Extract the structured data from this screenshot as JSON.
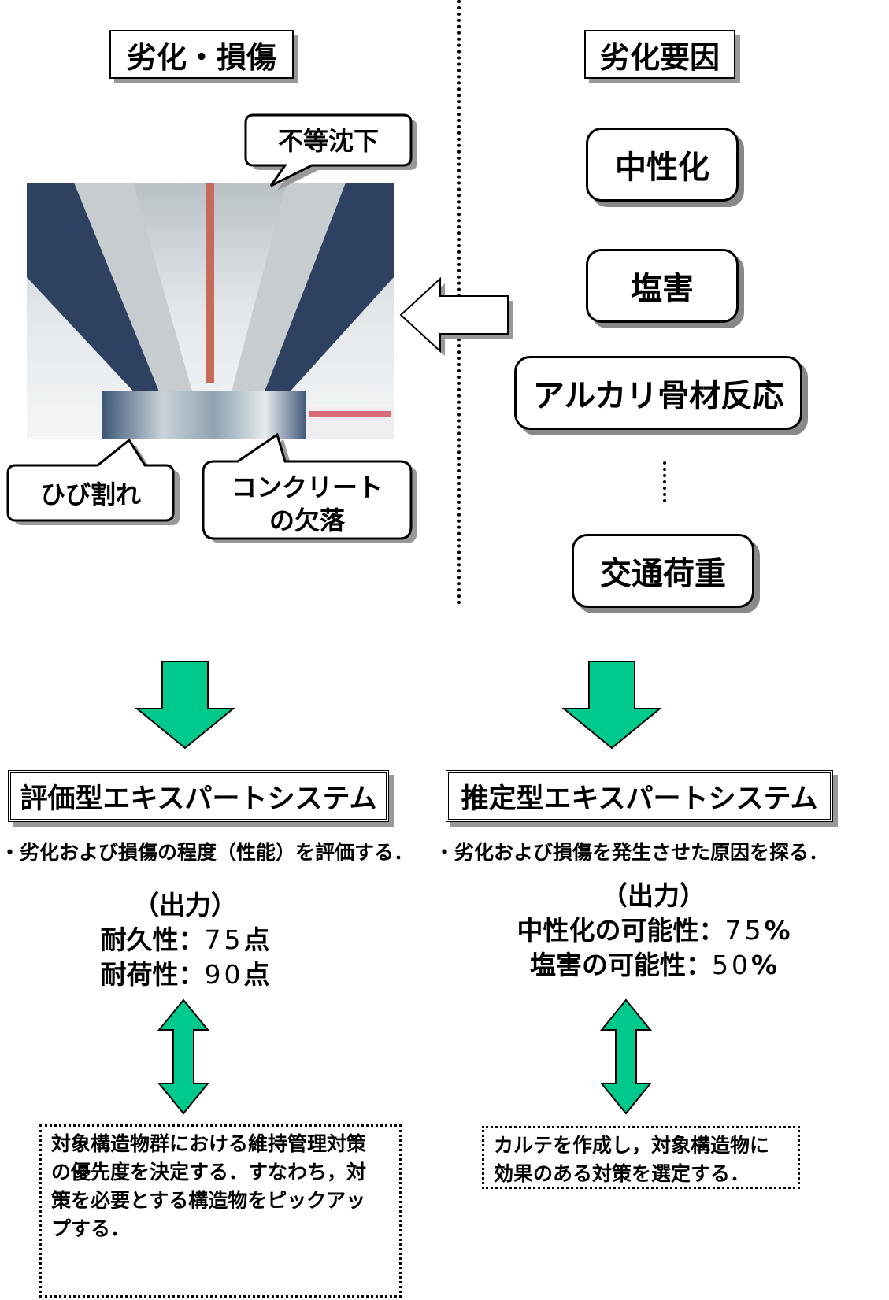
{
  "left": {
    "title": "劣化・損傷",
    "callouts": {
      "settlement": "不等沈下",
      "crack": "ひび割れ",
      "spalling_line1": "コンクリート",
      "spalling_line2": "の欠落"
    },
    "system": "評価型エキスパートシステム",
    "description": "・劣化および損傷の程度（性能）を評価する．",
    "output": {
      "heading": "（出力）",
      "line1_label": "耐久性：",
      "line1_value": "75",
      "line1_unit": "点",
      "line2_label": "耐荷性：",
      "line2_value": "90",
      "line2_unit": "点"
    },
    "note_lines": [
      "対象構造物群における維持管理対策",
      "の優先度を決定する．すなわち，対",
      "策を必要とする構造物をピックアッ",
      "プする．"
    ]
  },
  "right": {
    "title": "劣化要因",
    "factors": [
      "中性化",
      "塩害",
      "アルカリ骨材反応",
      "交通荷重"
    ],
    "system": "推定型エキスパートシステム",
    "description": "・劣化および損傷を発生させた原因を探る．",
    "output": {
      "heading": "（出力）",
      "line1_label": "中性化の可能性：",
      "line1_value": "75",
      "line1_unit": "%",
      "line2_label": "塩害の可能性：",
      "line2_value": "50",
      "line2_unit": "%"
    },
    "note_lines": [
      "カルテを作成し，対象構造物に",
      "効果のある対策を選定する．"
    ]
  },
  "colors": {
    "arrow_fill": "#00c98d",
    "shadow": "#999999",
    "bridge_dark": "#2f4160"
  },
  "icons": [
    "bridge-photo",
    "hollow-left-arrow",
    "green-down-arrow",
    "green-double-arrow"
  ]
}
